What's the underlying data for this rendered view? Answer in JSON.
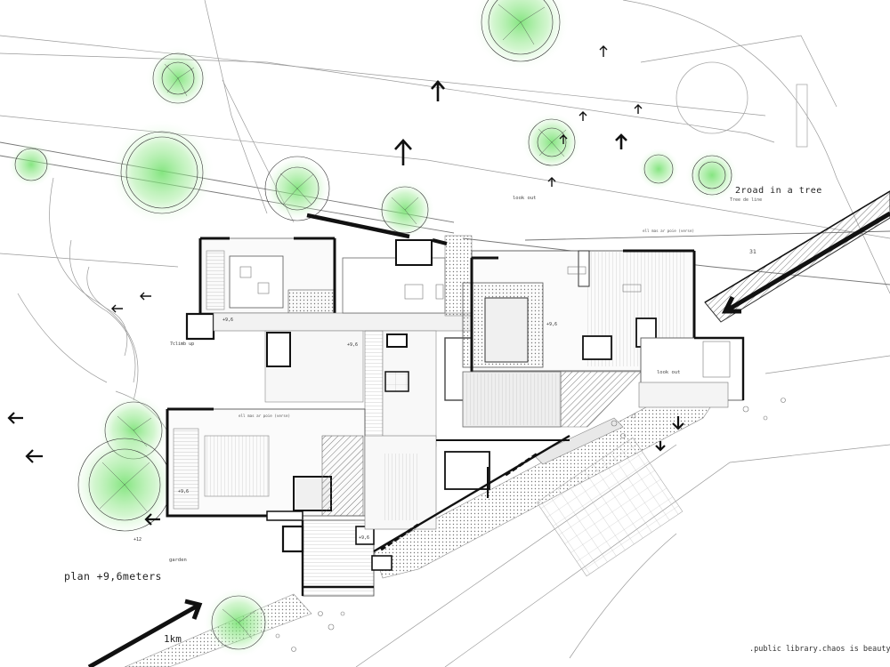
{
  "drawing": {
    "plan_label": "plan +9,6meters",
    "road_label": "2road in a tree",
    "road_sublabel": "Tree de line",
    "distance_label": "1km",
    "footer": ".public library.chaos is beauty",
    "lookout_1": "look out",
    "lookout_2": "look out",
    "garden": "garden",
    "stair": "7climb up",
    "number_31": "31",
    "catalogue_1": "ell mas ar poie (verse)",
    "catalogue_2": "ell mas ar poie (verse)",
    "elevations": [
      "+9,6",
      "+9,6",
      "+9,6",
      "+9,6",
      "+9,6",
      "+12"
    ],
    "colors": {
      "tree_green": "#7ee07a",
      "wall": "#111111",
      "thin_line": "#8a8a8a",
      "hatch": "#555555"
    }
  }
}
